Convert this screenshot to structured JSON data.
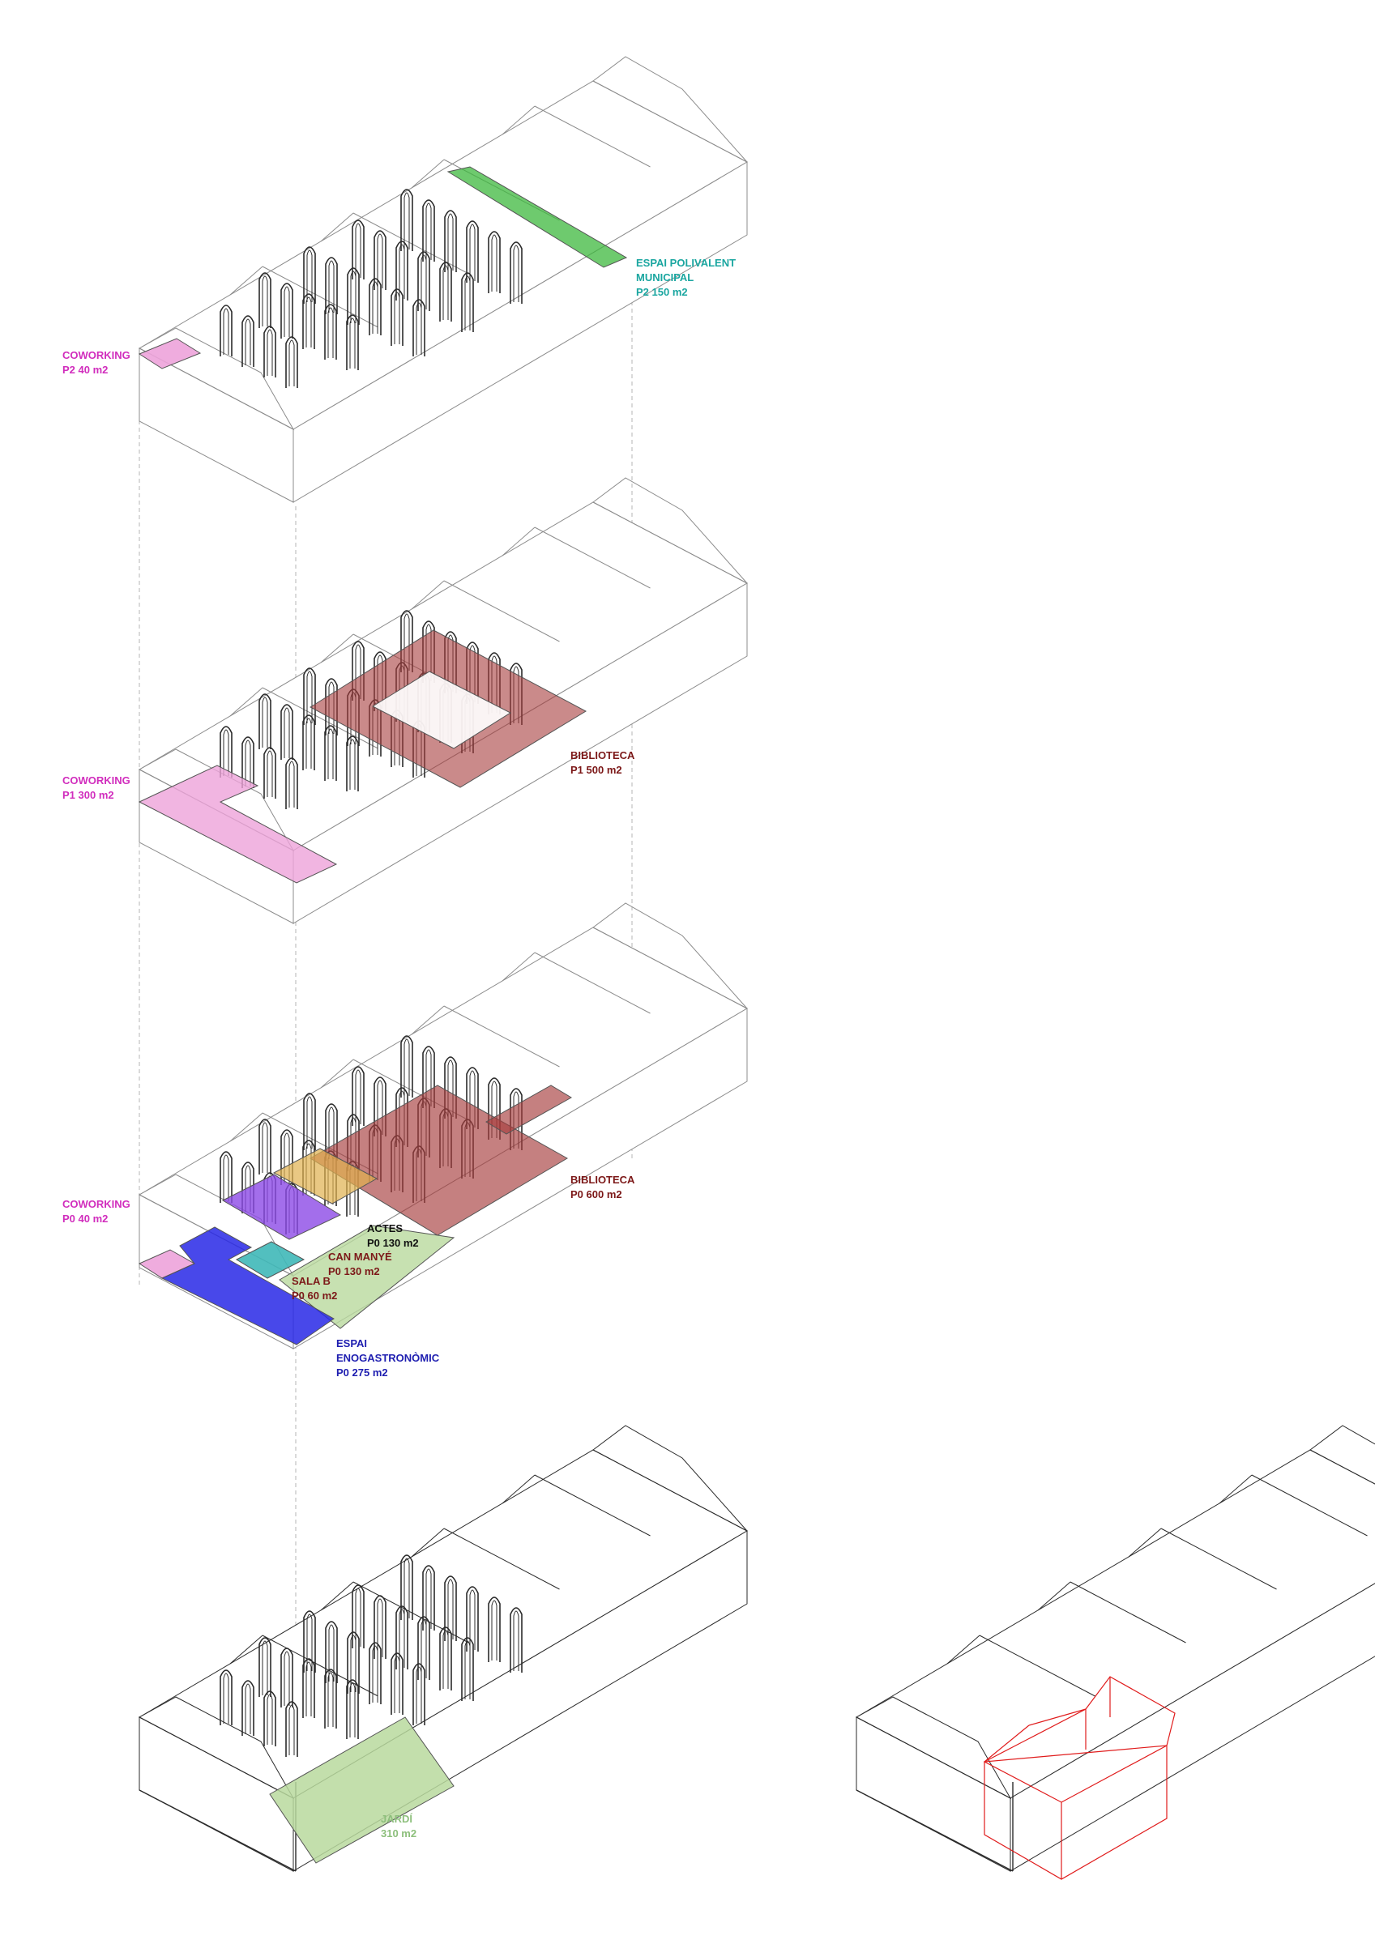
{
  "colors": {
    "line": "#2b2b2b",
    "light_line": "#8c8c8c",
    "guide": "#b5b5b5",
    "magenta": "#d12dbd",
    "teal": "#1aa6a0",
    "darkred": "#7c1818",
    "blue": "#1e1eb0",
    "green_text": "#8dbf7c",
    "black": "#111111",
    "fill_green": "#3db83d",
    "fill_pink": "#eda3da",
    "fill_red": "#a63c3c",
    "fill_purple": "#8c4ae6",
    "fill_yellow": "#e0b04e",
    "fill_teal": "#3fb8b8",
    "fill_blue": "#2828e6",
    "fill_lightgreen": "#b9d99d",
    "red_outline": "#e01c1c"
  },
  "labels": {
    "p2_coworking": {
      "title": "COWORKING",
      "area": "P2 40 m2"
    },
    "p2_espai": {
      "line1": "ESPAI POLIVALENT",
      "line2": "MUNICIPAL",
      "area": "P2 150 m2"
    },
    "p1_coworking": {
      "title": "COWORKING",
      "area": "P1 300 m2"
    },
    "p1_biblioteca": {
      "title": "BIBLIOTECA",
      "area": "P1  500 m2"
    },
    "p0_coworking": {
      "title": "COWORKING",
      "area": "P0 40 m2"
    },
    "p0_biblioteca": {
      "title": "BIBLIOTECA",
      "area": "P0  600 m2"
    },
    "p0_actes": {
      "title": "ACTES",
      "area": "P0 130 m2"
    },
    "p0_canmanye": {
      "title": "CAN MANYÉ",
      "area": "P0 130 m2"
    },
    "p0_salab": {
      "title": "SALA B",
      "area": "P0 60 m2"
    },
    "p0_espai": {
      "line1": "ESPAI",
      "line2": "ENOGASTRONÒMIC",
      "area": "P0 275 m2"
    },
    "jardi": {
      "title": "JARDÍ",
      "area": "310 m2"
    }
  }
}
